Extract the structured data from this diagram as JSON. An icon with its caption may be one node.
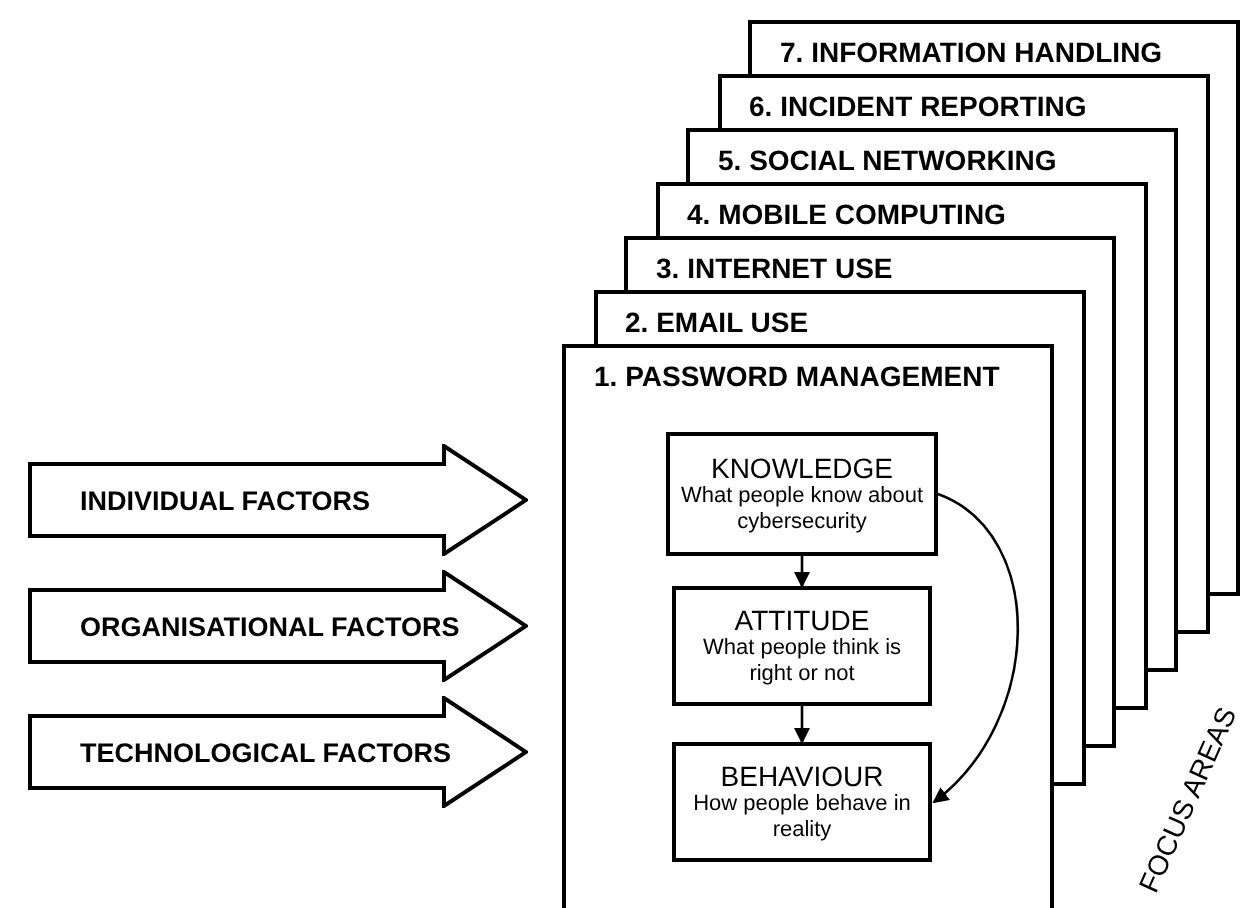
{
  "diagram": {
    "nodes": [
      {
        "text": [
          "7. INFORMATION HANDLING"
        ]
      },
      {
        "text": [
          "6. INCIDENT REPORTING"
        ]
      },
      {
        "text": [
          "5. SOCIAL NETWORKING"
        ]
      },
      {
        "text": [
          "4. MOBILE COMPUTING"
        ]
      },
      {
        "text": [
          "3. INTERNET USE"
        ]
      },
      {
        "text": [
          "2. EMAIL USE"
        ]
      },
      {
        "text": [
          "1. PASSWORD MANAGEMENT"
        ]
      },
      {
        "text": [
          "KNOWLEDGE",
          "What people know about cybersecurity"
        ],
        "in": 6
      },
      {
        "text": [
          "ATTITUDE",
          "What people think is right or not"
        ],
        "in": 6
      },
      {
        "text": [
          "BEHAVIOUR",
          "How people behave in reality"
        ],
        "in": 6
      },
      {
        "text": [
          "INDIVIDUAL FACTORS"
        ]
      },
      {
        "text": [
          "ORGANISATIONAL FACTORS"
        ]
      },
      {
        "text": [
          "TECHNOLOGICAL FACTORS"
        ]
      }
    ],
    "edges": [
      {
        "from": 7,
        "to": 8,
        "arrow": "to"
      },
      {
        "from": 8,
        "to": 9,
        "arrow": "to"
      },
      {
        "from": 7,
        "to": 9,
        "arrow": "to"
      }
    ],
    "labels": [
      "FOCUS AREAS"
    ]
  }
}
